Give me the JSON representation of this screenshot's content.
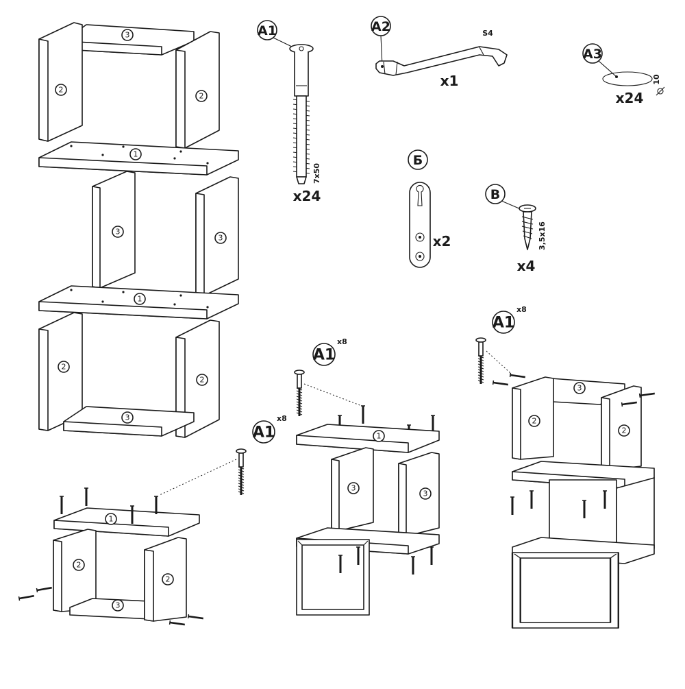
{
  "parts": {
    "panel_1": "1",
    "panel_2": "2",
    "panel_3": "3"
  },
  "hardware": {
    "a1": {
      "label": "A1",
      "size": "7x50",
      "qty": "x24"
    },
    "a2": {
      "label": "A2",
      "size": "S4",
      "qty": "x1"
    },
    "a3": {
      "label": "A3",
      "size": "10",
      "qty": "x24"
    },
    "b": {
      "label": "Б",
      "qty": "x2"
    },
    "v": {
      "label": "В",
      "size": "3,5x16",
      "qty": "x4"
    }
  },
  "steps": {
    "step1": {
      "label": "A1",
      "count": "x8"
    },
    "step2": {
      "label": "A1",
      "count": "x8"
    },
    "step3": {
      "label": "A1",
      "count": "x8"
    }
  }
}
